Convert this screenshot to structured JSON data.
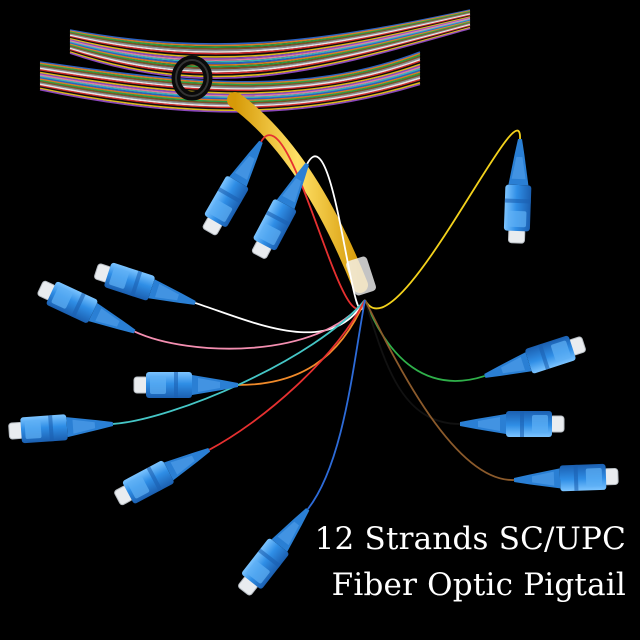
{
  "caption": {
    "line1": "12 Strands SC/UPC",
    "line2": "Fiber Optic Pigtail"
  },
  "colors": {
    "background": "#000000",
    "jacket": "#f3c21c",
    "connector_body": "#2f8ee6",
    "connector_light": "#7cc4ff",
    "ferrule": "#e9ecef",
    "boot": "#2a7fd4",
    "caption_text": "#ffffff"
  },
  "fiber_colors": [
    "#2d6bd8",
    "#f08a2a",
    "#2fb04a",
    "#8b5a2b",
    "#9aa0a6",
    "#ffffff",
    "#e63030",
    "#111111",
    "#f3d21c",
    "#9a4fd0",
    "#f48fb1",
    "#45c6c6"
  ],
  "connector_count": 12
}
